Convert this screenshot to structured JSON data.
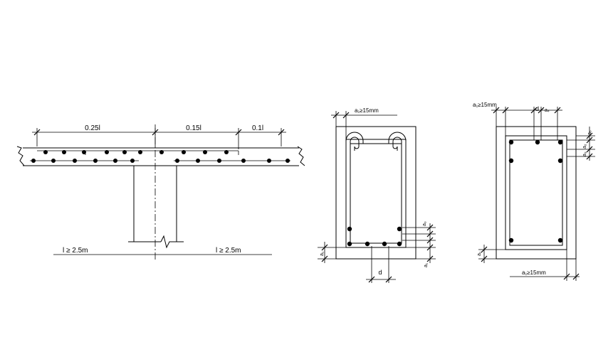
{
  "colors": {
    "line": "#000000",
    "background": "#ffffff"
  },
  "slab_section": {
    "dim_left": "0.25l",
    "dim_mid": "0.15l",
    "dim_right": "0.1l",
    "span_left": "l ≥ 2.5m",
    "span_right": "l ≥ 2.5m"
  },
  "beam_section_1": {
    "cover_top": "a₁≥15mm",
    "dim_d": "d",
    "dim_a3": "a₃",
    "dim_a1_left": "a₁",
    "dim_a1_right": "a₁"
  },
  "beam_section_2": {
    "cover_top": "a₁≥15mm",
    "dim_d": "d",
    "dim_a4": "a₄",
    "dim_a5": "a₅",
    "dim_a2": "a₂",
    "dim_a3": "a₃",
    "dim_a1_left": "a₁",
    "cover_bottom": "a₁≥15mm"
  }
}
